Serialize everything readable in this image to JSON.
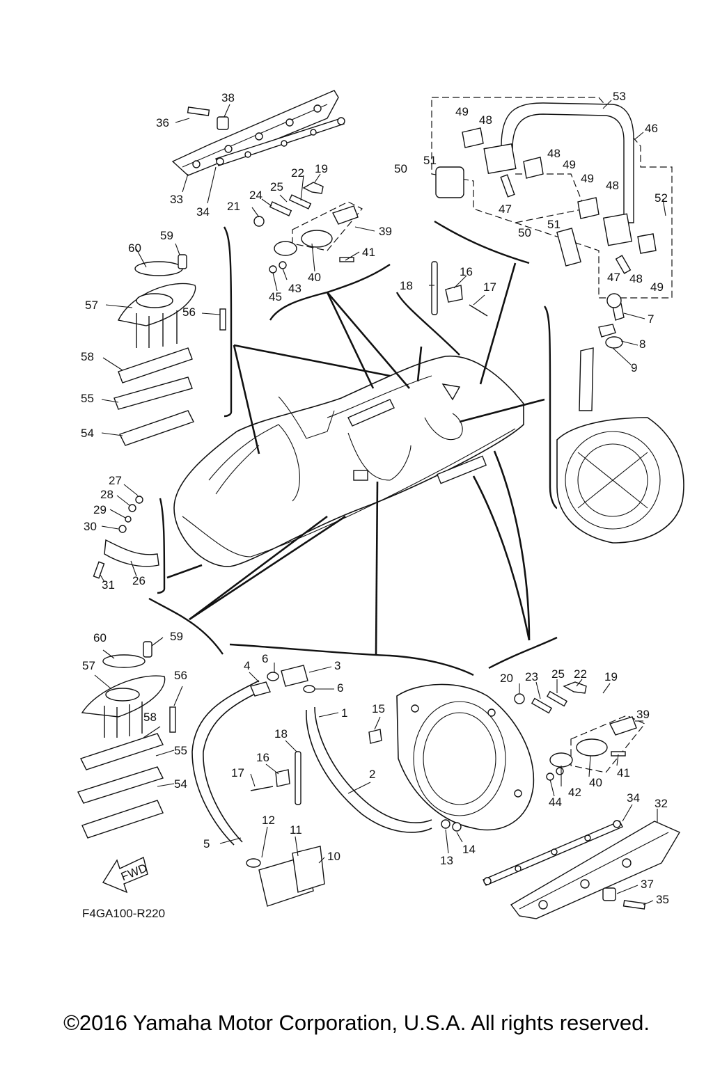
{
  "diagram_code": "F4GA100-R220",
  "fwd_label": "FWD",
  "copyright": "©2016 Yamaha Motor Corporation, U.S.A. All rights reserved.",
  "callouts": {
    "p1": "1",
    "p2": "2",
    "p3": "3",
    "p4": "4",
    "p5": "5",
    "p6": "6",
    "p7": "7",
    "p8": "8",
    "p9": "9",
    "p10": "10",
    "p11": "11",
    "p12": "12",
    "p13": "13",
    "p14": "14",
    "p15": "15",
    "p16": "16",
    "p17": "17",
    "p18": "18",
    "p19": "19",
    "p20": "20",
    "p21": "21",
    "p22": "22",
    "p23": "23",
    "p24": "24",
    "p25": "25",
    "p26": "26",
    "p27": "27",
    "p28": "28",
    "p29": "29",
    "p30": "30",
    "p31": "31",
    "p32": "32",
    "p33": "33",
    "p34": "34",
    "p35": "35",
    "p36": "36",
    "p37": "37",
    "p38": "38",
    "p39": "39",
    "p40": "40",
    "p41": "41",
    "p42": "42",
    "p43": "43",
    "p44": "44",
    "p45": "45",
    "p46": "46",
    "p47": "47",
    "p48": "48",
    "p49": "49",
    "p50": "50",
    "p51": "51",
    "p52": "52",
    "p53": "53",
    "p54": "54",
    "p55": "55",
    "p56": "56",
    "p57": "57",
    "p58": "58",
    "p59": "59",
    "p60": "60"
  }
}
